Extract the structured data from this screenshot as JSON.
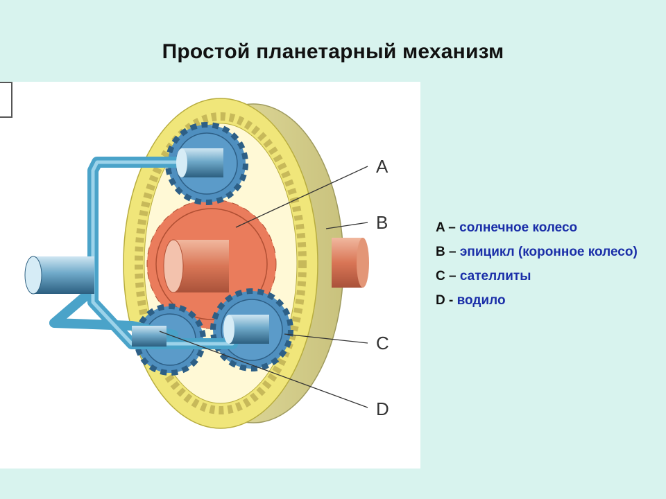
{
  "title": "Простой планетарный механизм",
  "diagram": {
    "callouts": [
      "A",
      "B",
      "C",
      "D"
    ],
    "colors": {
      "ring": "#f0e67a",
      "ring_side": "#dcd79a",
      "sun": "#ea7c5c",
      "planet": "#4f8fbf",
      "carrier": "#4aa3c9",
      "shaft": "#d97656"
    }
  },
  "legend": [
    {
      "key": "A",
      "sep": " – ",
      "desc": "солнечное колесо"
    },
    {
      "key": "B",
      "sep": " – ",
      "desc": "эпицикл (коронное колесо)"
    },
    {
      "key": "C",
      "sep": " – ",
      "desc": "сателлиты"
    },
    {
      "key": "D",
      "sep": " - ",
      "desc": "водило"
    }
  ]
}
